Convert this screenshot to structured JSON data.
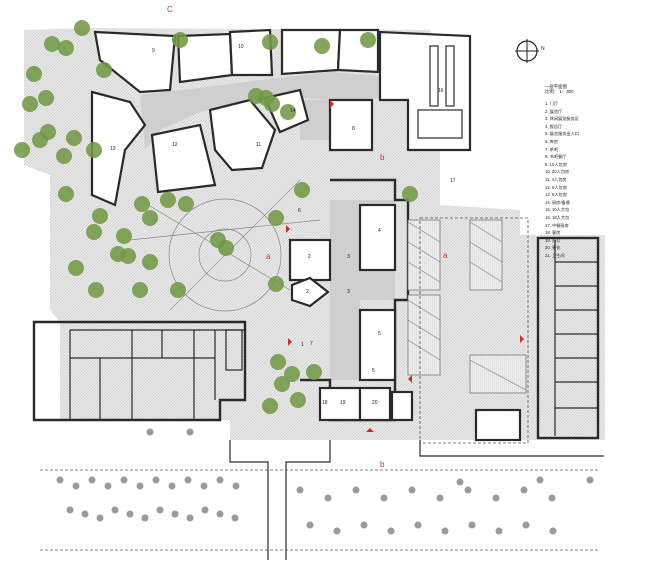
{
  "plan": {
    "title": "一层平面图",
    "scale": "比例： 1：300",
    "north_label": "N",
    "section_marks": [
      "C",
      "b",
      "a",
      "b",
      "a"
    ],
    "room_numbers": [
      "1",
      "2",
      "2",
      "3",
      "3",
      "4",
      "5",
      "5",
      "6",
      "7",
      "8",
      "9",
      "10",
      "11",
      "12",
      "13",
      "14",
      "16",
      "17",
      "18",
      "19",
      "20"
    ]
  },
  "legend": {
    "items": [
      "1. 门厅",
      "2. 展览厅",
      "3. 休闲展览服务区",
      "4. 报告厅",
      "5. 展览服务出入口",
      "6. 库房",
      "7. 茶吧",
      "8. 书吧餐厅",
      "9. 10人包房",
      "10. 20人包房",
      "11. 4人包房",
      "12. 6人包房",
      "13. 8人包房",
      "14. 厨房/备餐",
      "15. 10人大包",
      "16. 18人大包",
      "17. 中餐厨房",
      "18. 客房",
      "19. 办公",
      "20. 更衣",
      "21. 卫生间"
    ]
  },
  "colors": {
    "tree": "#6f9a45",
    "circulation": "#cfcfcf",
    "wall": "#2a2a2a",
    "marker": "#d22b2b"
  }
}
